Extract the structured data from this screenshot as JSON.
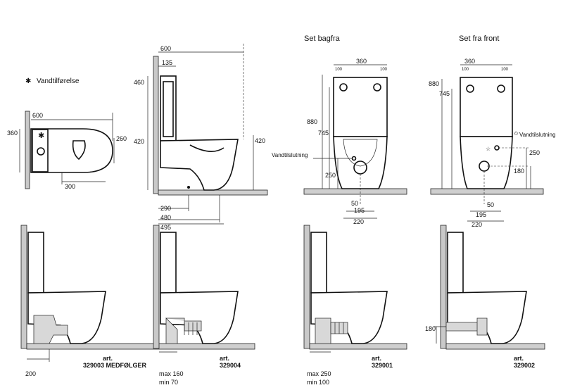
{
  "legend": {
    "symbol": "✱",
    "text": "Vandtilførelse"
  },
  "top_view": {
    "dims": [
      "600",
      "360",
      "260",
      "300"
    ]
  },
  "side_view": {
    "dims": [
      "600",
      "135",
      "460",
      "420",
      "420",
      "290",
      "480",
      "495"
    ]
  },
  "back_view": {
    "title": "Set bagfra",
    "dims": [
      "360",
      "100",
      "100",
      "880",
      "745",
      "250",
      "50",
      "195",
      "220"
    ],
    "label": "Vandtilslutning"
  },
  "front_view": {
    "title": "Set fra front",
    "dims": [
      "360",
      "100",
      "100",
      "880",
      "745",
      "250",
      "180",
      "50",
      "195",
      "220"
    ],
    "label": "Vandtilslutning"
  },
  "installs": [
    {
      "art_label": "art.",
      "art_number": "329003 MEDFØLGER",
      "dims": [
        "200"
      ]
    },
    {
      "art_label": "art.",
      "art_number": "329004",
      "dims": [
        "max 160",
        "min  70"
      ]
    },
    {
      "art_label": "art.",
      "art_number": "329001",
      "dims": [
        "max 250",
        "min 100"
      ]
    },
    {
      "art_label": "art.",
      "art_number": "329002",
      "dims": [
        "180"
      ]
    }
  ]
}
